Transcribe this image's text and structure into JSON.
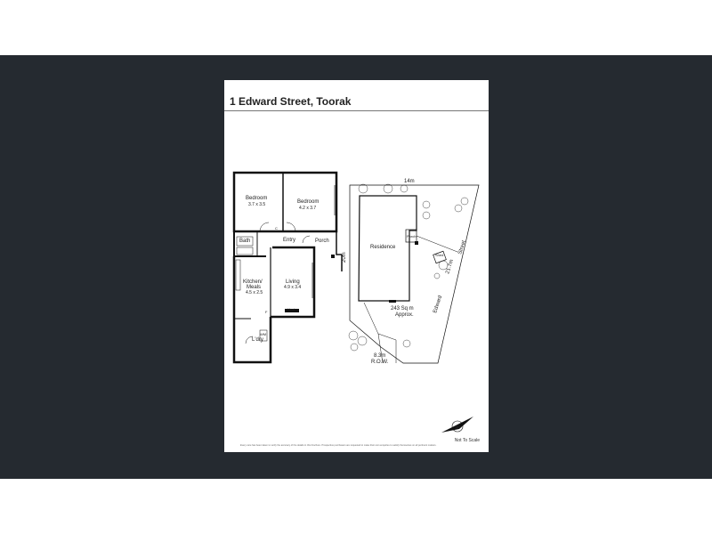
{
  "document": {
    "title": "1 Edward Street, Toorak",
    "footer_note": "Not To Scale",
    "disclaimer": "Every care has been taken to verify the accuracy of the details in this brochure. Prospective purchasers are requested to make their own enquiries to satisfy themselves on all pertinent matters."
  },
  "floor_plan": {
    "bedroom1_label": "Bedroom",
    "bedroom1_dim": "3.7 x 3.5",
    "bedroom2_label": "Bedroom",
    "bedroom2_dim": "4.2 x 3.7",
    "bath_label": "Bath",
    "cupboard_label": "C",
    "entry_label": "Entry",
    "porch_label": "Porch",
    "kitchen_label1": "Kitchen/",
    "kitchen_label2": "Meals",
    "kitchen_dim": "4.5 x 2.5",
    "living_label": "Living",
    "living_dim": "4.9 x 3.4",
    "heat_label": "Heat",
    "fridge_label": "F",
    "laundry_label": "L'dry",
    "wm_label": "WM"
  },
  "site_plan": {
    "frontage": "14m",
    "depth": "20m",
    "side": "21.7m",
    "residence_label": "Residence",
    "porch_label": "Porch",
    "shed_label": "Shed",
    "street_word1": "Edward",
    "street_word2": "Street",
    "area_line1": "243 Sq m",
    "area_line2": "Approx.",
    "row_width": "8.3m",
    "row_label": "R.O.W."
  },
  "compass": {
    "letter": "N"
  }
}
